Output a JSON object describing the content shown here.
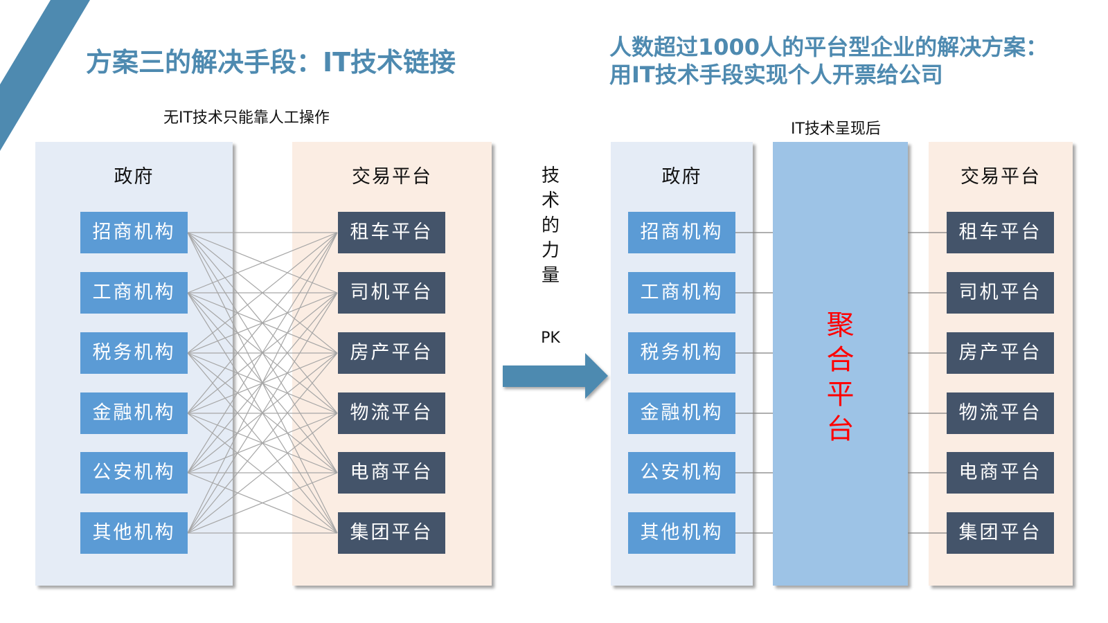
{
  "colors": {
    "accent": "#4E8AB0",
    "gov_panel_bg": "#E5ECF6",
    "platform_panel_bg": "#FBEDE3",
    "aggregator_bg": "#9DC3E6",
    "gov_box": "#5B9BD5",
    "platform_box": "#44546A",
    "aggregator_text": "#FF0000",
    "connector_line": "#A6A6A6"
  },
  "left": {
    "title": "方案三的解决手段：IT技术链接",
    "caption": "无IT技术只能靠人工操作",
    "gov_panel_title": "政府",
    "platform_panel_title": "交易平台"
  },
  "right": {
    "title_line1": "人数超过1000人的平台型企业的解决方案：",
    "title_line2": "用IT技术手段实现个人开票给公司",
    "caption": "IT技术呈现后",
    "gov_panel_title": "政府",
    "platform_panel_title": "交易平台",
    "aggregator_chars": [
      "聚",
      "合",
      "平",
      "台"
    ]
  },
  "middle": {
    "vertical_chars": [
      "技",
      "术",
      "的",
      "力",
      "量"
    ],
    "pk": "PK",
    "arrow_icon": "right-arrow-icon"
  },
  "gov_agencies": [
    "招商机构",
    "工商机构",
    "税务机构",
    "金融机构",
    "公安机构",
    "其他机构"
  ],
  "platforms": [
    "租车平台",
    "司机平台",
    "房产平台",
    "物流平台",
    "电商平台",
    "集团平台"
  ]
}
